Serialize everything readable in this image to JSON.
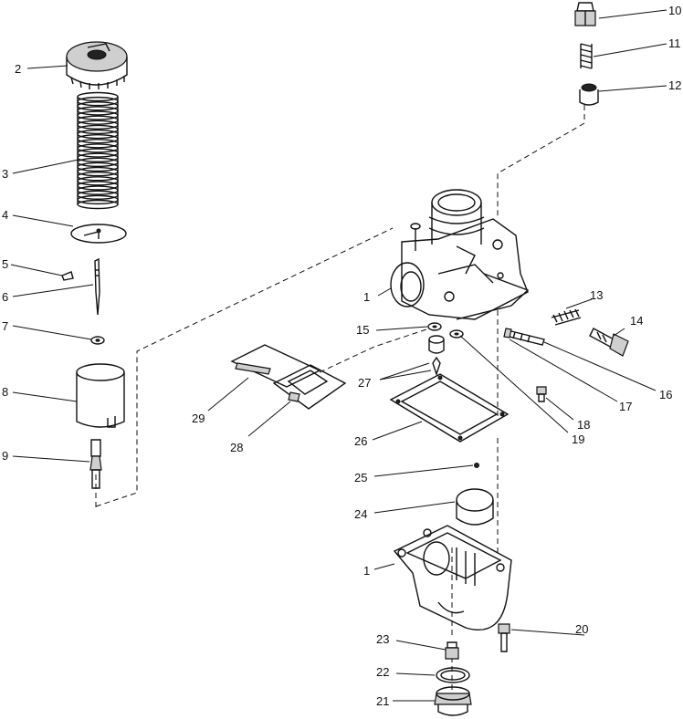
{
  "callouts": [
    {
      "id": "c1a",
      "label": "1"
    },
    {
      "id": "c1b",
      "label": "1"
    },
    {
      "id": "c2",
      "label": "2"
    },
    {
      "id": "c3",
      "label": "3"
    },
    {
      "id": "c4",
      "label": "4"
    },
    {
      "id": "c5",
      "label": "5"
    },
    {
      "id": "c6",
      "label": "6"
    },
    {
      "id": "c7",
      "label": "7"
    },
    {
      "id": "c8",
      "label": "8"
    },
    {
      "id": "c9",
      "label": "9"
    },
    {
      "id": "c10",
      "label": "10"
    },
    {
      "id": "c11",
      "label": "11"
    },
    {
      "id": "c12",
      "label": "12"
    },
    {
      "id": "c13",
      "label": "13"
    },
    {
      "id": "c14",
      "label": "14"
    },
    {
      "id": "c15",
      "label": "15"
    },
    {
      "id": "c16",
      "label": "16"
    },
    {
      "id": "c17",
      "label": "17"
    },
    {
      "id": "c18",
      "label": "18"
    },
    {
      "id": "c19",
      "label": "19"
    },
    {
      "id": "c20",
      "label": "20"
    },
    {
      "id": "c21",
      "label": "21"
    },
    {
      "id": "c22",
      "label": "22"
    },
    {
      "id": "c23",
      "label": "23"
    },
    {
      "id": "c24",
      "label": "24"
    },
    {
      "id": "c25",
      "label": "25"
    },
    {
      "id": "c26",
      "label": "26"
    },
    {
      "id": "c27",
      "label": "27"
    },
    {
      "id": "c28",
      "label": "28"
    },
    {
      "id": "c29",
      "label": "29"
    }
  ]
}
